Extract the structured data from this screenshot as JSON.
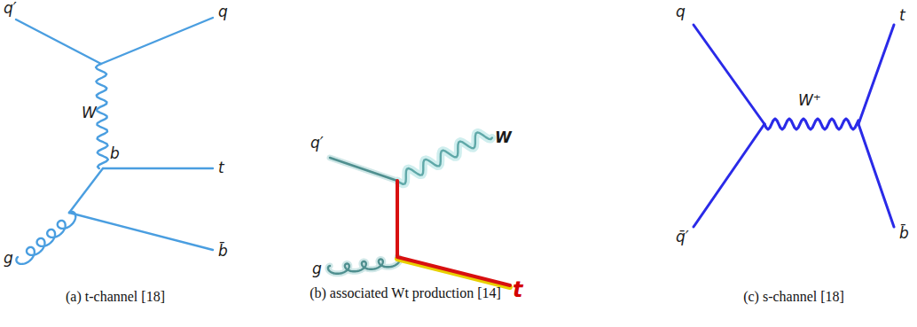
{
  "diagram": {
    "labels": [
      "q′",
      "q",
      "W",
      "b",
      "t",
      "b̄",
      "g",
      "q′",
      "W",
      "g",
      "t",
      "q",
      "t",
      "W⁺",
      "q̄′",
      "b̄",
      "(a) t-channel [18]",
      "(b) associated Wt production [14]",
      "(c) s-channel [18]"
    ]
  }
}
